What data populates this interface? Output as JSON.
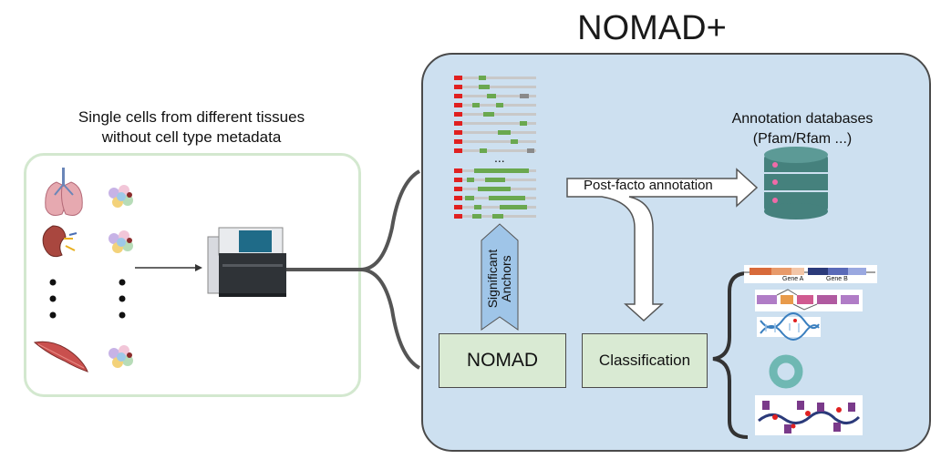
{
  "title": "NOMAD+",
  "cells_caption_line1": "Single cells from different tissues",
  "cells_caption_line2": "without cell type metadata",
  "annotation_db_line1": "Annotation databases",
  "annotation_db_line2": "(Pfam/Rfam ...)",
  "post_facto_label": "Post-facto annotation",
  "anchors_line1": "Significant",
  "anchors_line2": "Anchors",
  "nomad_label": "NOMAD",
  "classification_label": "Classification",
  "reads_ellipsis": "...",
  "gene_a_label": "Gene A",
  "gene_b_label": "Gene B",
  "colors": {
    "panel_fill": "#cde0f0",
    "box_fill": "#d9ead3",
    "arrow_fill": "#9fc5e8",
    "db_fill": "#45817d",
    "read_red": "#e02020",
    "read_green": "#6aa84f"
  },
  "icons": [
    "lung-icon",
    "kidney-icon",
    "muscle-icon",
    "cell-cluster-icon",
    "sequencer-icon",
    "database-icon",
    "gene-track-icon",
    "splicing-icon",
    "dna-icon",
    "circular-rna-icon",
    "protein-domain-icon"
  ]
}
